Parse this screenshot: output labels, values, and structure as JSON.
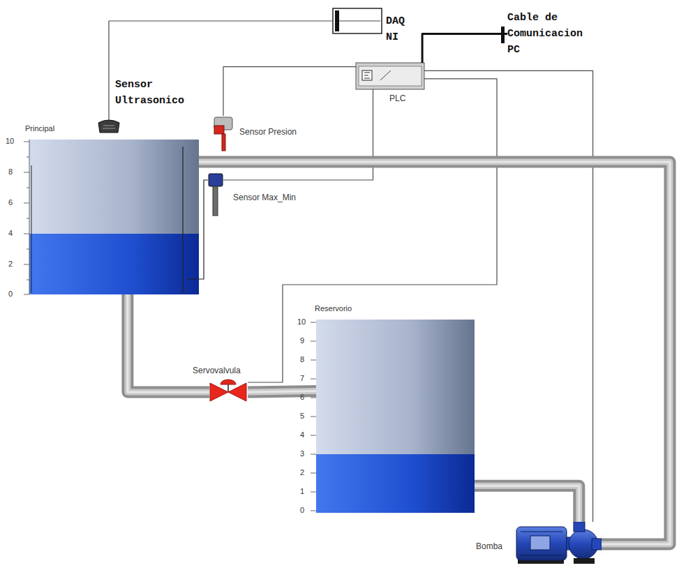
{
  "diagram": {
    "nodes": [
      {
        "text": [
          "Principal"
        ]
      },
      {
        "text": [
          "Reservorio"
        ]
      },
      {
        "text": [
          "Servovalvula"
        ]
      },
      {
        "text": [
          "Bomba"
        ]
      },
      {
        "text": [
          "Sensor Ultrasonico"
        ]
      },
      {
        "text": [
          "Sensor Presion"
        ]
      },
      {
        "text": [
          "Sensor Max_Min"
        ]
      },
      {
        "text": [
          "DAQ NI"
        ]
      },
      {
        "text": [
          "PLC"
        ]
      },
      {
        "text": [
          "Cable de Comunicacion PC"
        ]
      }
    ],
    "edges": [
      {
        "from": 4,
        "to": 7,
        "arrow": "none"
      },
      {
        "from": 5,
        "to": 8,
        "arrow": "none"
      },
      {
        "from": 6,
        "to": 8,
        "arrow": "none"
      },
      {
        "from": 8,
        "to": 9,
        "arrow": "none"
      },
      {
        "from": 8,
        "to": 2,
        "arrow": "none"
      },
      {
        "from": 8,
        "to": 3,
        "arrow": "none"
      },
      {
        "from": 0,
        "to": 2,
        "arrow": "none"
      },
      {
        "from": 2,
        "to": 1,
        "arrow": "none"
      },
      {
        "from": 1,
        "to": 3,
        "arrow": "none"
      },
      {
        "from": 3,
        "to": 0,
        "arrow": "none"
      }
    ],
    "labels": [
      "10",
      "8",
      "6",
      "4",
      "2",
      "0",
      "10",
      "9",
      "8",
      "7",
      "6",
      "5",
      "4",
      "3",
      "2",
      "1",
      "0"
    ]
  }
}
